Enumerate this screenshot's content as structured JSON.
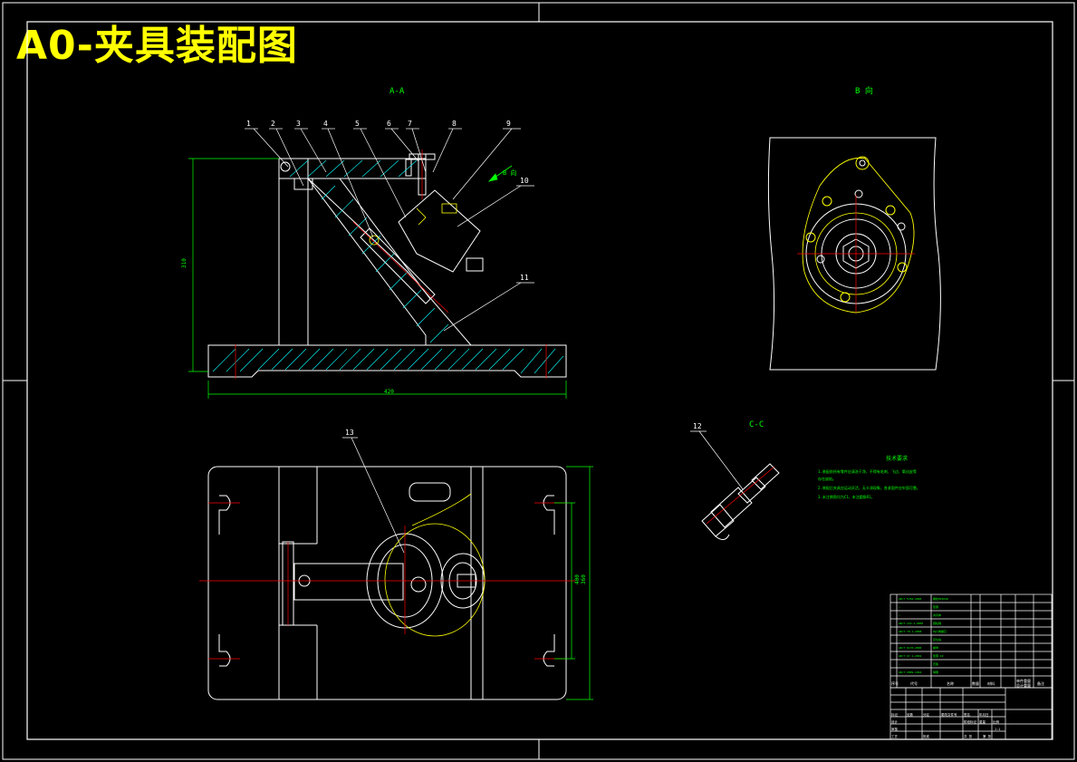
{
  "title": "A0-夹具装配图",
  "views": {
    "section_aa": "A-A",
    "view_b": "B 向",
    "section_cc": "C-C",
    "arrow_b": "B 向"
  },
  "part_numbers": [
    "1",
    "2",
    "3",
    "4",
    "5",
    "6",
    "7",
    "8",
    "9",
    "10",
    "11",
    "12",
    "13"
  ],
  "dimensions": {
    "height": "310",
    "width": "420",
    "plan_width": "400",
    "plan_height": "360"
  },
  "tech_requirements": {
    "title": "技术要求",
    "lines": [
      "1.装配前所有零件应清洗干净，不得有毛刺、飞边、氧化皮等",
      "存在缺陷。",
      "2.装配后夹具应运动灵活，无卡滞现象，各紧固件应牢固可靠。",
      "3.未注倒角均为C1，未注圆角R1。"
    ]
  },
  "title_block": {
    "headers": [
      "序号",
      "代号",
      "名称",
      "数量",
      "材料",
      "单件重量",
      "总计重量",
      "备注"
    ],
    "bottom_labels": [
      "标记",
      "处数",
      "分区",
      "更改文件号",
      "签名",
      "年月日",
      "设计",
      "审核",
      "工艺",
      "批准",
      "阶段标记",
      "重量",
      "比例",
      "共 张",
      "第 张"
    ],
    "scale": "1:1"
  },
  "colors": {
    "background": "#000000",
    "outline": "#ffffff",
    "hatch": "#00ffff",
    "dimension": "#00ff00",
    "centerline": "#ff0000",
    "highlight": "#ffff00",
    "annotation": "#00ff00"
  }
}
